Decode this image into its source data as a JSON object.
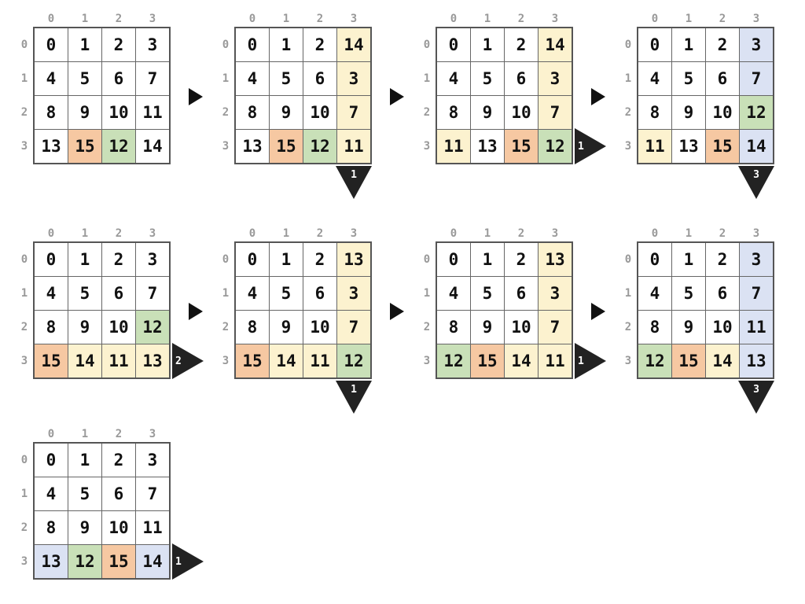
{
  "colors": {
    "orange": "#f6c8a2",
    "green": "#c9e0b8",
    "yellow": "#fcf2cf",
    "blue": "#dbe2f3",
    "label_gray": "#999999",
    "grid_border": "#555555",
    "arrow_black": "#222222"
  },
  "col_labels": [
    "0",
    "1",
    "2",
    "3"
  ],
  "row_labels": [
    "0",
    "1",
    "2",
    "3"
  ],
  "rows_layout": [
    [
      0,
      1,
      2,
      3
    ],
    [
      4,
      5,
      6,
      7
    ],
    [
      8
    ]
  ],
  "grids": [
    {
      "cells": [
        [
          "0",
          "1",
          "2",
          "3"
        ],
        [
          "4",
          "5",
          "6",
          "7"
        ],
        [
          "8",
          "9",
          "10",
          "11"
        ],
        [
          "13",
          "15",
          "12",
          "14"
        ]
      ],
      "highlights": [
        [
          null,
          null,
          null,
          null
        ],
        [
          null,
          null,
          null,
          null
        ],
        [
          null,
          null,
          null,
          null
        ],
        [
          null,
          "orange",
          "green",
          null
        ]
      ],
      "arrow": null
    },
    {
      "cells": [
        [
          "0",
          "1",
          "2",
          "14"
        ],
        [
          "4",
          "5",
          "6",
          "3"
        ],
        [
          "8",
          "9",
          "10",
          "7"
        ],
        [
          "13",
          "15",
          "12",
          "11"
        ]
      ],
      "highlights": [
        [
          null,
          null,
          null,
          "yellow"
        ],
        [
          null,
          null,
          null,
          "yellow"
        ],
        [
          null,
          null,
          null,
          "yellow"
        ],
        [
          null,
          "orange",
          "green",
          "yellow"
        ]
      ],
      "arrow": {
        "type": "down",
        "col": 3,
        "label": "1"
      }
    },
    {
      "cells": [
        [
          "0",
          "1",
          "2",
          "14"
        ],
        [
          "4",
          "5",
          "6",
          "3"
        ],
        [
          "8",
          "9",
          "10",
          "7"
        ],
        [
          "11",
          "13",
          "15",
          "12"
        ]
      ],
      "highlights": [
        [
          null,
          null,
          null,
          "yellow"
        ],
        [
          null,
          null,
          null,
          "yellow"
        ],
        [
          null,
          null,
          null,
          "yellow"
        ],
        [
          "yellow",
          null,
          "orange",
          "green"
        ]
      ],
      "arrow": {
        "type": "right",
        "row": 3,
        "label": "1"
      }
    },
    {
      "cells": [
        [
          "0",
          "1",
          "2",
          "3"
        ],
        [
          "4",
          "5",
          "6",
          "7"
        ],
        [
          "8",
          "9",
          "10",
          "12"
        ],
        [
          "11",
          "13",
          "15",
          "14"
        ]
      ],
      "highlights": [
        [
          null,
          null,
          null,
          "blue"
        ],
        [
          null,
          null,
          null,
          "blue"
        ],
        [
          null,
          null,
          null,
          "green"
        ],
        [
          "yellow",
          null,
          "orange",
          "blue"
        ]
      ],
      "arrow": {
        "type": "down",
        "col": 3,
        "label": "3"
      }
    },
    {
      "cells": [
        [
          "0",
          "1",
          "2",
          "3"
        ],
        [
          "4",
          "5",
          "6",
          "7"
        ],
        [
          "8",
          "9",
          "10",
          "12"
        ],
        [
          "15",
          "14",
          "11",
          "13"
        ]
      ],
      "highlights": [
        [
          null,
          null,
          null,
          null
        ],
        [
          null,
          null,
          null,
          null
        ],
        [
          null,
          null,
          null,
          "green"
        ],
        [
          "orange",
          "yellow",
          "yellow",
          "yellow"
        ]
      ],
      "arrow": {
        "type": "right",
        "row": 3,
        "label": "2"
      }
    },
    {
      "cells": [
        [
          "0",
          "1",
          "2",
          "13"
        ],
        [
          "4",
          "5",
          "6",
          "3"
        ],
        [
          "8",
          "9",
          "10",
          "7"
        ],
        [
          "15",
          "14",
          "11",
          "12"
        ]
      ],
      "highlights": [
        [
          null,
          null,
          null,
          "yellow"
        ],
        [
          null,
          null,
          null,
          "yellow"
        ],
        [
          null,
          null,
          null,
          "yellow"
        ],
        [
          "orange",
          "yellow",
          "yellow",
          "green"
        ]
      ],
      "arrow": {
        "type": "down",
        "col": 3,
        "label": "1"
      }
    },
    {
      "cells": [
        [
          "0",
          "1",
          "2",
          "13"
        ],
        [
          "4",
          "5",
          "6",
          "3"
        ],
        [
          "8",
          "9",
          "10",
          "7"
        ],
        [
          "12",
          "15",
          "14",
          "11"
        ]
      ],
      "highlights": [
        [
          null,
          null,
          null,
          "yellow"
        ],
        [
          null,
          null,
          null,
          "yellow"
        ],
        [
          null,
          null,
          null,
          "yellow"
        ],
        [
          "green",
          "orange",
          "yellow",
          "yellow"
        ]
      ],
      "arrow": {
        "type": "right",
        "row": 3,
        "label": "1"
      }
    },
    {
      "cells": [
        [
          "0",
          "1",
          "2",
          "3"
        ],
        [
          "4",
          "5",
          "6",
          "7"
        ],
        [
          "8",
          "9",
          "10",
          "11"
        ],
        [
          "12",
          "15",
          "14",
          "13"
        ]
      ],
      "highlights": [
        [
          null,
          null,
          null,
          "blue"
        ],
        [
          null,
          null,
          null,
          "blue"
        ],
        [
          null,
          null,
          null,
          "blue"
        ],
        [
          "green",
          "orange",
          "yellow",
          "blue"
        ]
      ],
      "arrow": {
        "type": "down",
        "col": 3,
        "label": "3"
      }
    },
    {
      "cells": [
        [
          "0",
          "1",
          "2",
          "3"
        ],
        [
          "4",
          "5",
          "6",
          "7"
        ],
        [
          "8",
          "9",
          "10",
          "11"
        ],
        [
          "13",
          "12",
          "15",
          "14"
        ]
      ],
      "highlights": [
        [
          null,
          null,
          null,
          null
        ],
        [
          null,
          null,
          null,
          null
        ],
        [
          null,
          null,
          null,
          null
        ],
        [
          "blue",
          "green",
          "orange",
          "blue"
        ]
      ],
      "arrow": {
        "type": "right",
        "row": 3,
        "label": "1"
      }
    }
  ]
}
